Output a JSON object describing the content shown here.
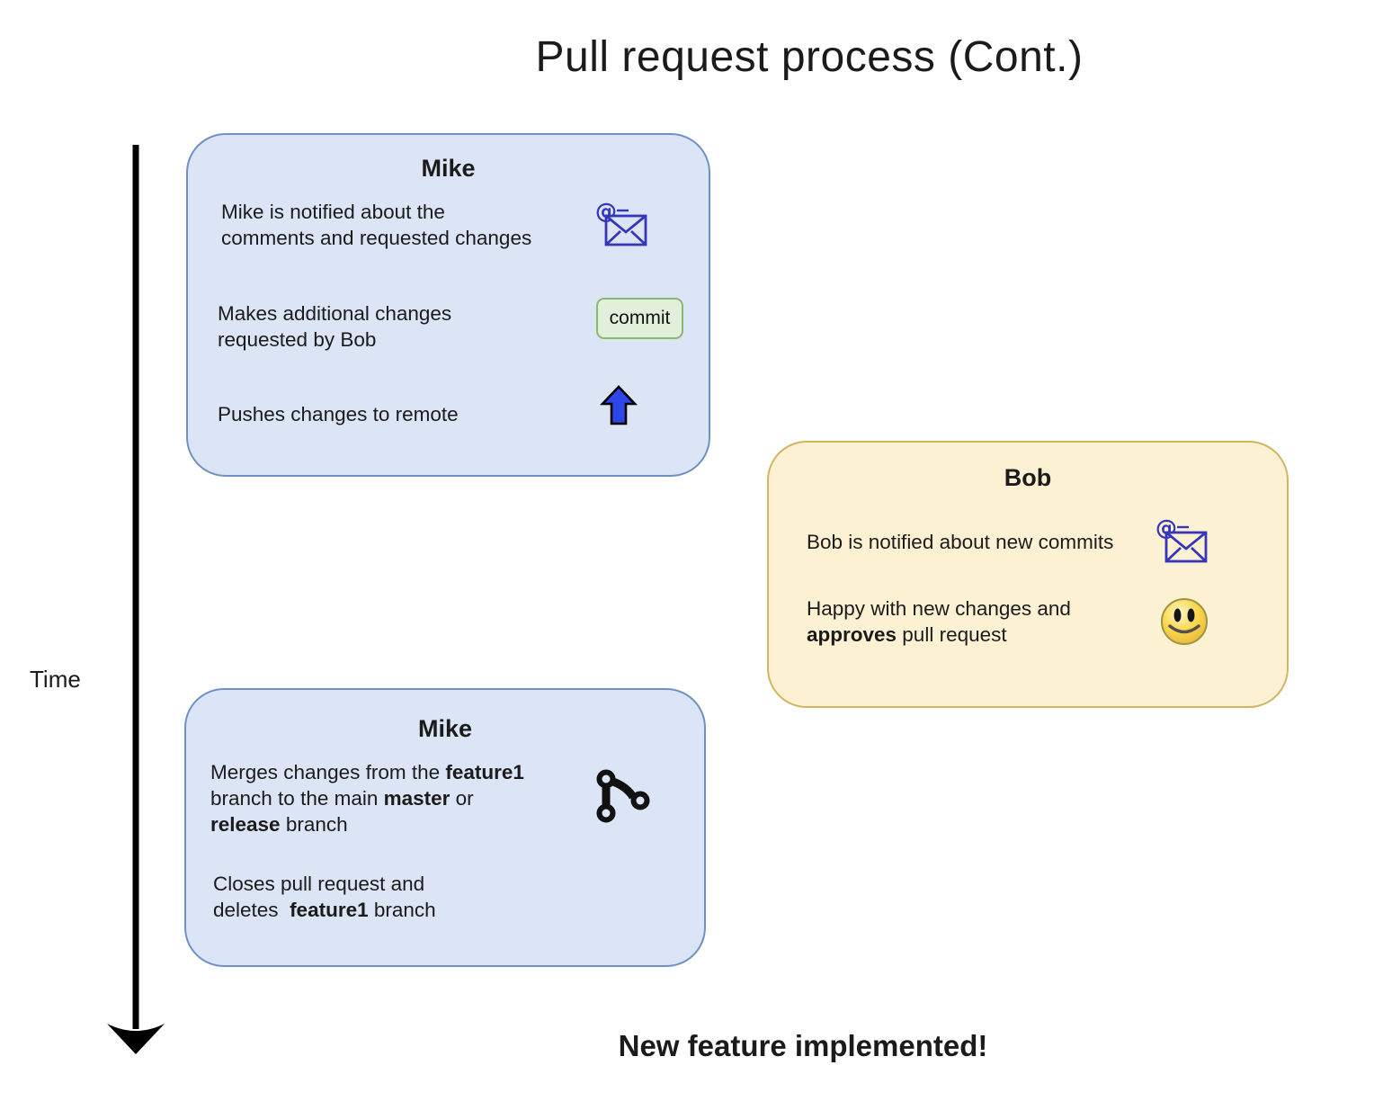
{
  "page": {
    "title": "Pull request process (Cont.)",
    "time_label": "Time",
    "footer": "New feature implemented!"
  },
  "colors": {
    "blue_box_fill": "#dbe5f6",
    "blue_box_border": "#7090c5",
    "yellow_box_fill": "#fcf1d2",
    "yellow_box_border": "#d2b560",
    "commit_fill": "#e2efda",
    "commit_border": "#8ab86f",
    "email_icon": "#3636bb",
    "push_arrow_fill": "#2c46e8",
    "text": "#1b1b1b"
  },
  "boxes": {
    "mike_top": {
      "title": "Mike",
      "rows": [
        {
          "text": "Mike is notified about the\ncomments and requested changes",
          "icon": "email-icon"
        },
        {
          "text": "Makes additional changes\nrequested by Bob",
          "icon": "commit-button",
          "button_label": "commit"
        },
        {
          "text": "Pushes changes to remote",
          "icon": "push-up-arrow-icon"
        }
      ]
    },
    "bob": {
      "title": "Bob",
      "rows": [
        {
          "text": "Bob is notified about new commits",
          "icon": "email-icon"
        },
        {
          "segments": [
            {
              "t": "Happy with new changes and\n"
            },
            {
              "t": "approves",
              "b": true
            },
            {
              "t": " pull request"
            }
          ],
          "icon": "smiley-icon"
        }
      ]
    },
    "mike_bottom": {
      "title": "Mike",
      "rows": [
        {
          "segments": [
            {
              "t": "Merges changes from the "
            },
            {
              "t": "feature1",
              "b": true
            },
            {
              "t": "\nbranch to the main "
            },
            {
              "t": "master",
              "b": true
            },
            {
              "t": " or\n"
            },
            {
              "t": "release",
              "b": true
            },
            {
              "t": " branch"
            }
          ],
          "icon": "git-merge-icon"
        },
        {
          "segments": [
            {
              "t": "Closes pull request and\ndeletes  "
            },
            {
              "t": "feature1",
              "b": true
            },
            {
              "t": " branch"
            }
          ]
        }
      ]
    }
  }
}
